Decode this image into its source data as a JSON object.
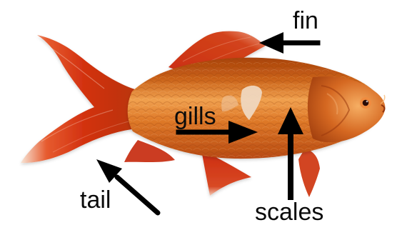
{
  "diagram": {
    "labels": {
      "fin": "fin",
      "gills": "gills",
      "tail": "tail",
      "scales": "scales"
    },
    "colors": {
      "background": "#ffffff",
      "body_orange": "#d85b12",
      "body_highlight": "#f2a24a",
      "fin_red": "#c9260d",
      "fin_tip": "#f7e4d2",
      "arrow": "#000000",
      "text": "#0b0b0b"
    }
  }
}
